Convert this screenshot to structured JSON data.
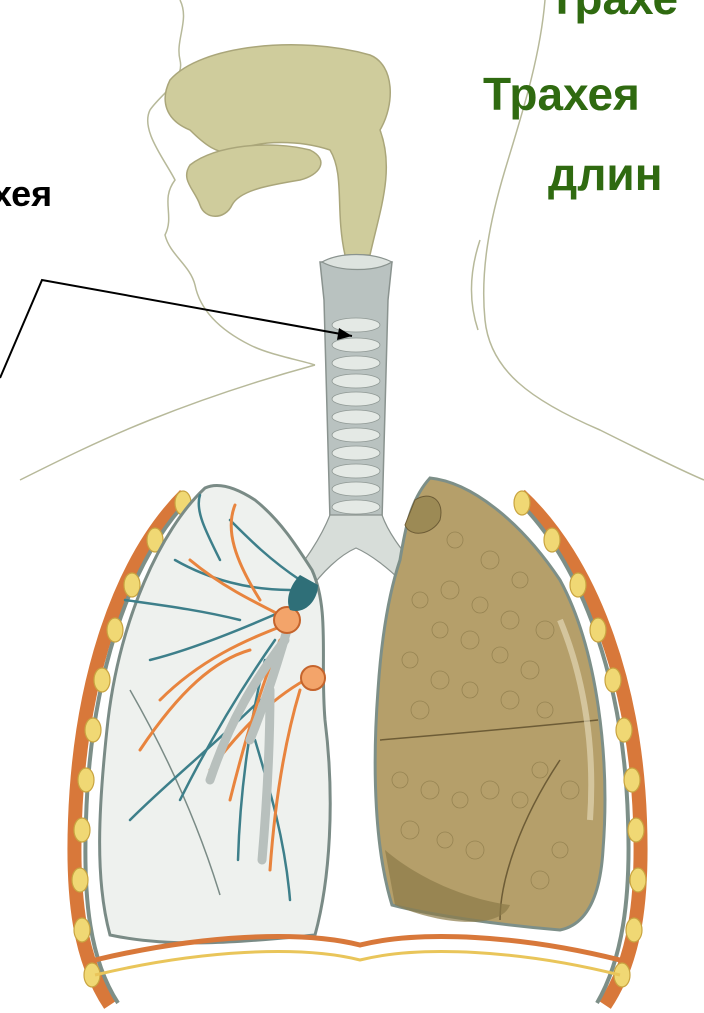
{
  "colors": {
    "heading": "#2f6a10",
    "label": "#000000",
    "airway": "#c9c79a",
    "cartilage": "#dbe0d9",
    "lung_right": "#b59f6a",
    "lung_left_fill": "#eef1ee",
    "artery": "#e8843e",
    "vein": "#3d7f8a",
    "rib": "#e9c55a",
    "pleura": "#d8783a"
  },
  "labels": {
    "title_partial": "Трахе",
    "title_line1": "Трахея",
    "title_line2_partial": "длин",
    "pointer_label_partial": "хея"
  },
  "icons": {
    "organ": "respiratory-system-illustration"
  }
}
